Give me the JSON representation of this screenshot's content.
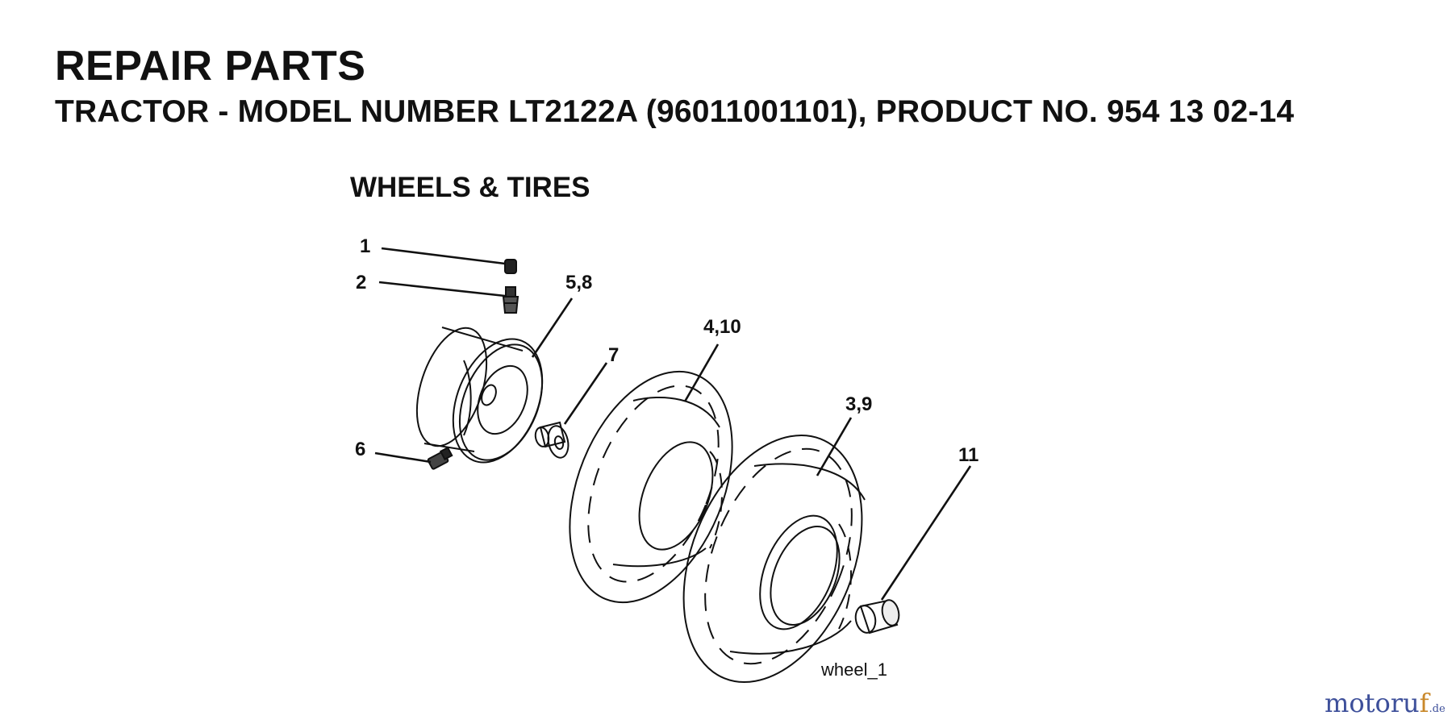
{
  "header": {
    "title": "REPAIR PARTS",
    "subtitle": "TRACTOR - MODEL NUMBER LT2122A (96011001101), PRODUCT NO. 954 13 02-14"
  },
  "section": {
    "title": "WHEELS & TIRES"
  },
  "callouts": [
    {
      "id": "c1",
      "label": "1"
    },
    {
      "id": "c2",
      "label": "2"
    },
    {
      "id": "c58",
      "label": "5,8"
    },
    {
      "id": "c410",
      "label": "4,10"
    },
    {
      "id": "c7",
      "label": "7"
    },
    {
      "id": "c39",
      "label": "3,9"
    },
    {
      "id": "c6",
      "label": "6"
    },
    {
      "id": "c11",
      "label": "11"
    }
  ],
  "figure": {
    "label": "wheel_1"
  },
  "watermark": {
    "brand_main": "motoru",
    "brand_accent": "f",
    "tld": ".de",
    "colors": {
      "main": "#3d4f9a",
      "accent": "#c9882a"
    }
  }
}
